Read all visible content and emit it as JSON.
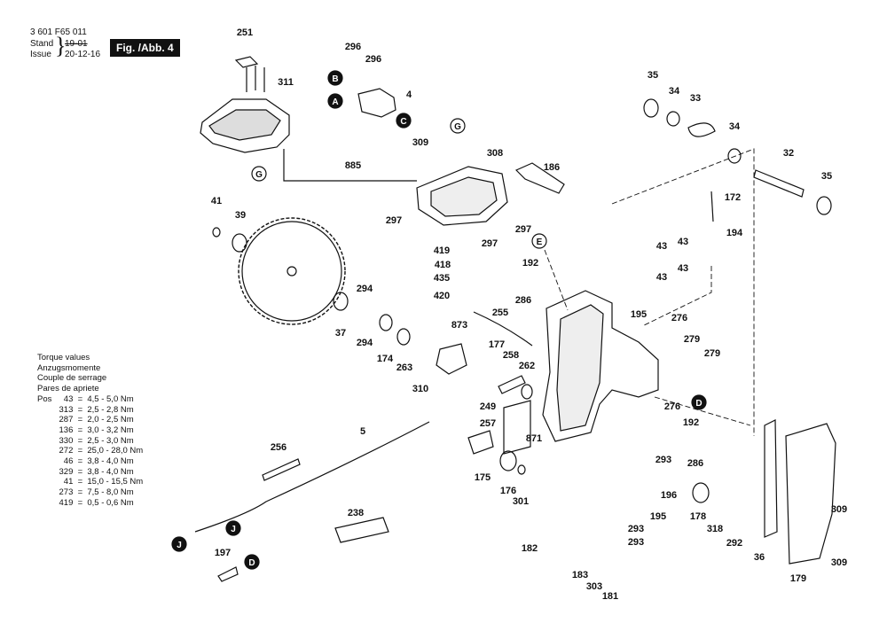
{
  "header": {
    "doc_number": "3 601 F65 011",
    "stand_label": "Stand",
    "issue_label": "Issue",
    "stand_date": "19-01",
    "issue_date": "20-12-16",
    "figure_label": "Fig. /Abb. 4"
  },
  "torque": {
    "lines": [
      "Torque values",
      "Anzugsmomente",
      "Couple de serrage",
      "Pares de apriete"
    ],
    "pos_label": "Pos",
    "rows": [
      {
        "pos": "43",
        "value": "4,5 - 5,0 Nm"
      },
      {
        "pos": "313",
        "value": "2,5 - 2,8 Nm"
      },
      {
        "pos": "287",
        "value": "2,0 - 2,5 Nm"
      },
      {
        "pos": "136",
        "value": "3,0 - 3,2 Nm"
      },
      {
        "pos": "330",
        "value": "2,5 - 3,0 Nm"
      },
      {
        "pos": "272",
        "value": "25,0 - 28,0 Nm"
      },
      {
        "pos": "46",
        "value": "3,8 - 4,0 Nm"
      },
      {
        "pos": "329",
        "value": "3,8 - 4,0 Nm"
      },
      {
        "pos": "41",
        "value": "15,0 - 15,5 Nm"
      },
      {
        "pos": "273",
        "value": "7,5 - 8,0 Nm"
      },
      {
        "pos": "419",
        "value": "0,5 - 0,6 Nm"
      }
    ]
  },
  "callouts": [
    "251",
    "296",
    "296",
    "311",
    "4",
    "B",
    "A",
    "C",
    "G",
    "309",
    "308",
    "186",
    "885",
    "G",
    "35",
    "34",
    "33",
    "34",
    "32",
    "35",
    "172",
    "194",
    "41",
    "39",
    "297",
    "297",
    "297",
    "419",
    "418",
    "435",
    "420",
    "E",
    "43",
    "43",
    "43",
    "43",
    "192",
    "286",
    "294",
    "37",
    "294",
    "174",
    "263",
    "310",
    "873",
    "255",
    "177",
    "258",
    "262",
    "195",
    "276",
    "279",
    "279",
    "D",
    "276",
    "192",
    "286",
    "249",
    "257",
    "871",
    "293",
    "196",
    "195",
    "178",
    "318",
    "292",
    "309",
    "36",
    "179",
    "309",
    "5",
    "256",
    "238",
    "175",
    "176",
    "301",
    "293",
    "293",
    "182",
    "183",
    "303",
    "181",
    "197",
    "D",
    "J",
    "J"
  ],
  "colors": {
    "ink": "#111111",
    "shade": "#555555",
    "paper": "#ffffff"
  }
}
